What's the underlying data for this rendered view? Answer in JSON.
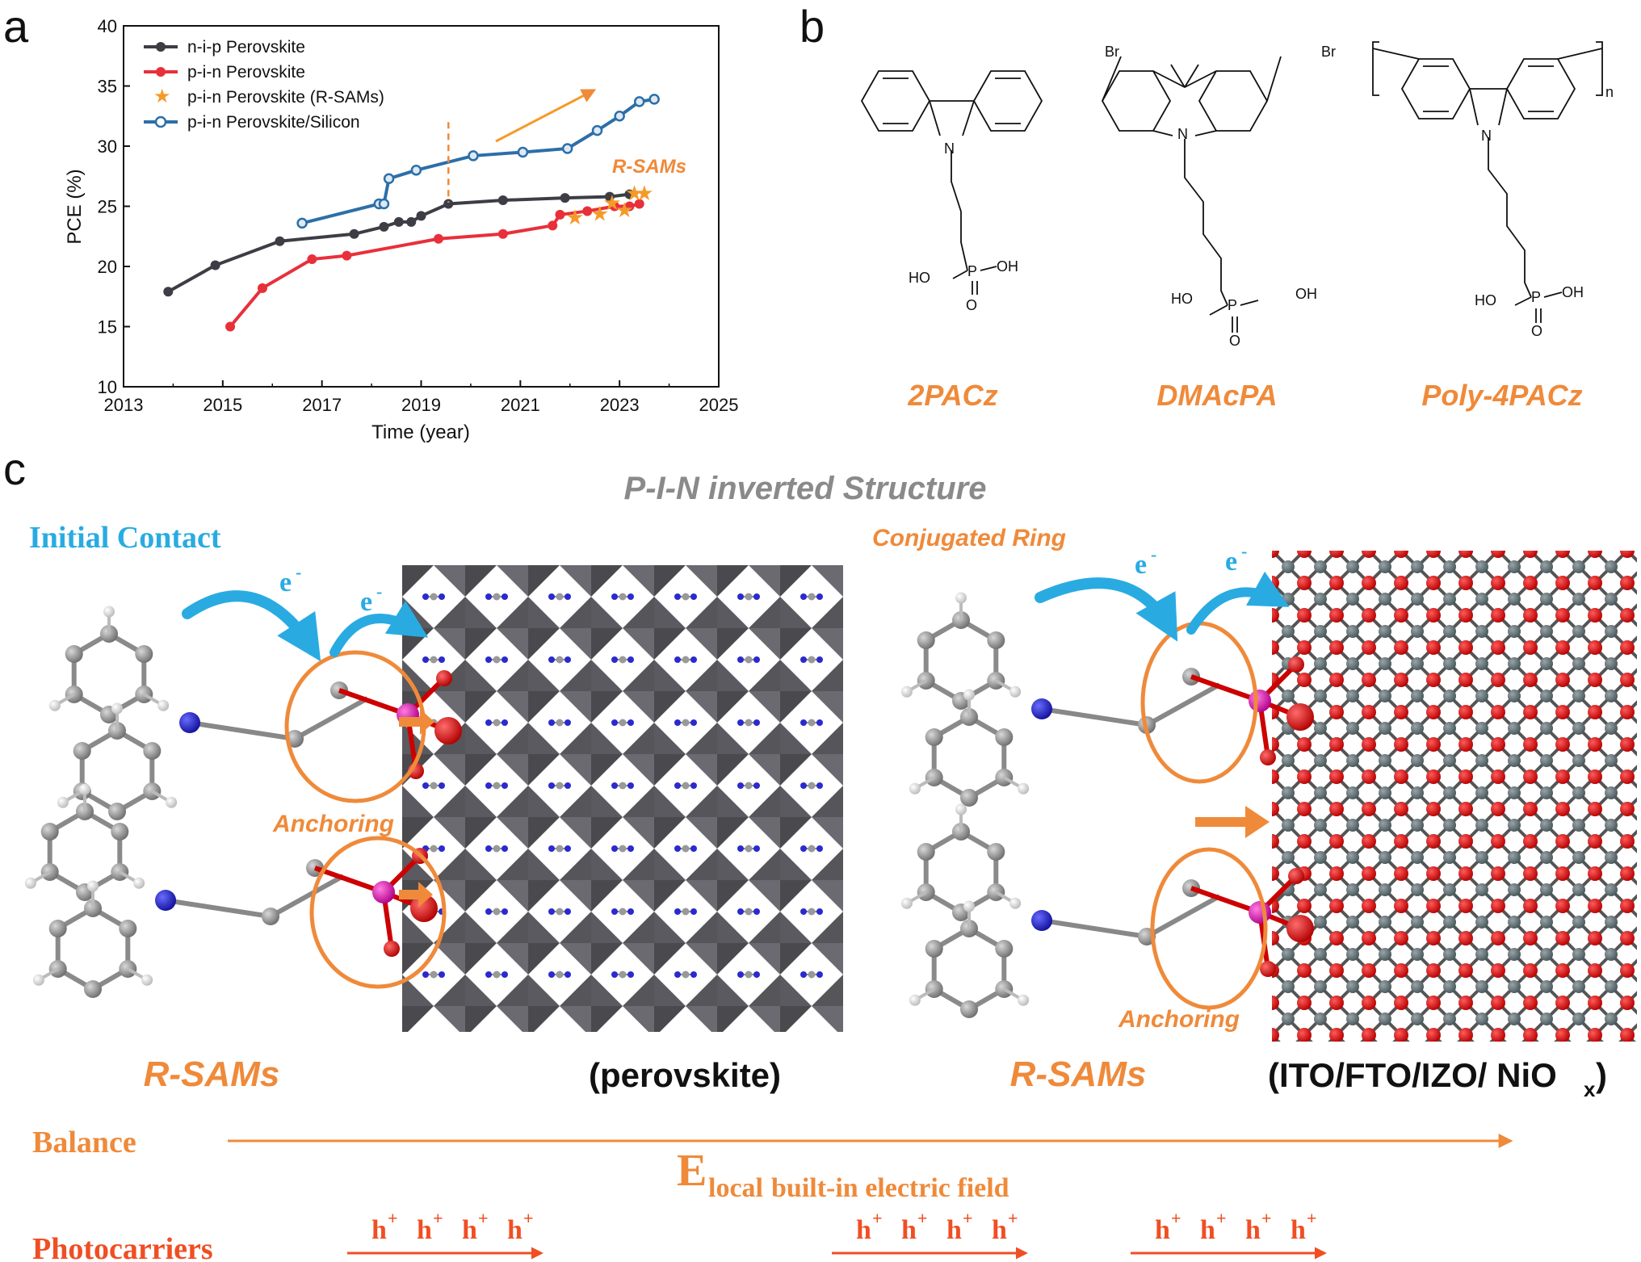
{
  "panels": {
    "a": "a",
    "b": "b",
    "c": "c"
  },
  "chart_data": {
    "type": "line",
    "xlabel": "Time (year)",
    "ylabel": "PCE (%)",
    "xlim": [
      2013,
      2025
    ],
    "ylim": [
      10,
      40
    ],
    "xticks": [
      "2013",
      "2015",
      "2017",
      "2019",
      "2021",
      "2023",
      "2025"
    ],
    "yticks": [
      "10",
      "15",
      "20",
      "25",
      "30",
      "35",
      "40"
    ],
    "legend_position": "top-left",
    "series": [
      {
        "name": "n-i-p Perovskite",
        "color": "#3d3d45",
        "marker": "circle",
        "x": [
          2013.9,
          2014.85,
          2016.15,
          2017.65,
          2018.25,
          2018.55,
          2018.8,
          2019.0,
          2019.55,
          2020.65,
          2021.9,
          2022.8,
          2023.2
        ],
        "y": [
          17.9,
          20.1,
          22.1,
          22.7,
          23.3,
          23.7,
          23.7,
          24.2,
          25.2,
          25.5,
          25.7,
          25.8,
          26.0
        ]
      },
      {
        "name": "p-i-n Perovskite",
        "color": "#e8303a",
        "marker": "circle",
        "x": [
          2015.15,
          2015.8,
          2016.8,
          2017.5,
          2019.35,
          2020.65,
          2021.65,
          2021.8,
          2022.35,
          2022.9,
          2023.2,
          2023.4
        ],
        "y": [
          15.0,
          18.2,
          20.6,
          20.9,
          22.3,
          22.7,
          23.4,
          24.3,
          24.6,
          25.0,
          25.0,
          25.2
        ]
      },
      {
        "name": "p-i-n Perovskite (R-SAMs)",
        "color": "#f59a28",
        "marker": "star",
        "x": [
          2022.1,
          2022.6,
          2022.85,
          2023.1,
          2023.3,
          2023.5
        ],
        "y": [
          24.1,
          24.4,
          25.3,
          24.7,
          26.1,
          26.1
        ]
      },
      {
        "name": "p-i-n Perovskite/Silicon",
        "color": "#2b6fa8",
        "marker": "circle",
        "x": [
          2016.6,
          2018.15,
          2018.25,
          2018.35,
          2018.9,
          2020.05,
          2021.05,
          2021.95,
          2022.55,
          2023.0,
          2023.4,
          2023.7
        ],
        "y": [
          23.6,
          25.2,
          25.2,
          27.3,
          28.0,
          29.2,
          29.5,
          29.8,
          31.3,
          32.5,
          33.7,
          33.9
        ]
      }
    ],
    "annotations": {
      "r_sams": "R-SAMs",
      "trend_arrow": "increasing",
      "divider_year": 2019.55
    }
  },
  "molecules": [
    {
      "name": "2PACz",
      "ho": "HO",
      "oh": "OH",
      "p": "P",
      "o": "O",
      "n": "N"
    },
    {
      "name": "DMAcPA",
      "ho": "HO",
      "oh": "OH",
      "p": "P",
      "o": "O",
      "n": "N",
      "br_left": "Br",
      "br_right": "Br"
    },
    {
      "name": "Poly-4PACz",
      "ho": "HO",
      "oh": "OH",
      "p": "P",
      "o": "O",
      "n": "N",
      "subscript": "n"
    }
  ],
  "panel_c": {
    "title": "P-I-N inverted Structure",
    "initial_contact": "Initial Contact",
    "conjugated_ring": "Conjugated Ring",
    "anchoring": "Anchoring",
    "electron": "e",
    "electron_sup": "-",
    "rsams": "R-SAMs",
    "perovskite": "(perovskite)",
    "substrate": "(ITO/FTO/IZO/ NiO",
    "substrate_sub": "x",
    "substrate_close": " )",
    "balance": "Balance",
    "efield_main": "E",
    "efield_sub": "local",
    "efield_rest": " built-in electric field",
    "photocarriers": "Photocarriers",
    "hole": "h",
    "hole_sup": "+",
    "colors": {
      "orange": "#ef8a3a",
      "blue": "#29abe2",
      "red_orange": "#f04e23",
      "gray": "#8a8a8a"
    }
  }
}
